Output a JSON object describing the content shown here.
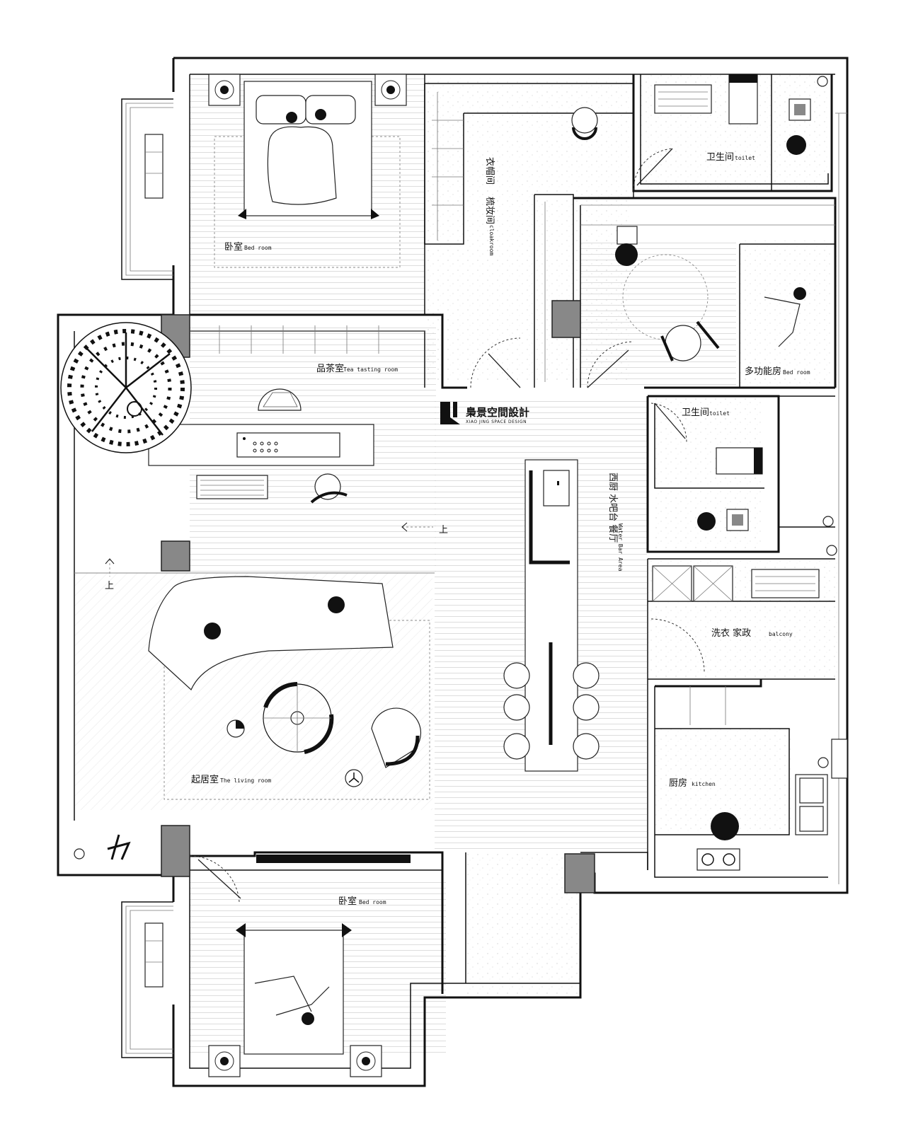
{
  "logo": {
    "name_zh": "梟景空間設計",
    "name_en": "XIAO JING SPACE DESIGN"
  },
  "rooms": {
    "bedroom_top": {
      "zh": "卧室",
      "en": "Bed room"
    },
    "cloakroom": {
      "zh": "衣帽间",
      "zh2": "梳妆间",
      "en": "cloakroom"
    },
    "toilet_top": {
      "zh": "卫生间",
      "en": "toilet"
    },
    "multi_bedroom": {
      "zh": "多功能房",
      "en": "Bed room"
    },
    "tea_room": {
      "zh": "品茶室",
      "en": "Tea tasting room"
    },
    "toilet_mid": {
      "zh": "卫生间",
      "en": "toilet"
    },
    "water_bar": {
      "zh": "西厨 水吧台 餐厅",
      "en": "Water Bar Area"
    },
    "balcony": {
      "zh": "洗衣 家政",
      "en": "balcony"
    },
    "living_room": {
      "zh": "起居室",
      "en": "The living room"
    },
    "kitchen": {
      "zh": "厨房",
      "en": "kitchen"
    },
    "bedroom_bottom": {
      "zh": "卧室",
      "en": "Bed room"
    }
  },
  "stairs": {
    "up_label": "上"
  },
  "colors": {
    "wall": "#111111",
    "column": "#888888",
    "background": "#ffffff"
  }
}
